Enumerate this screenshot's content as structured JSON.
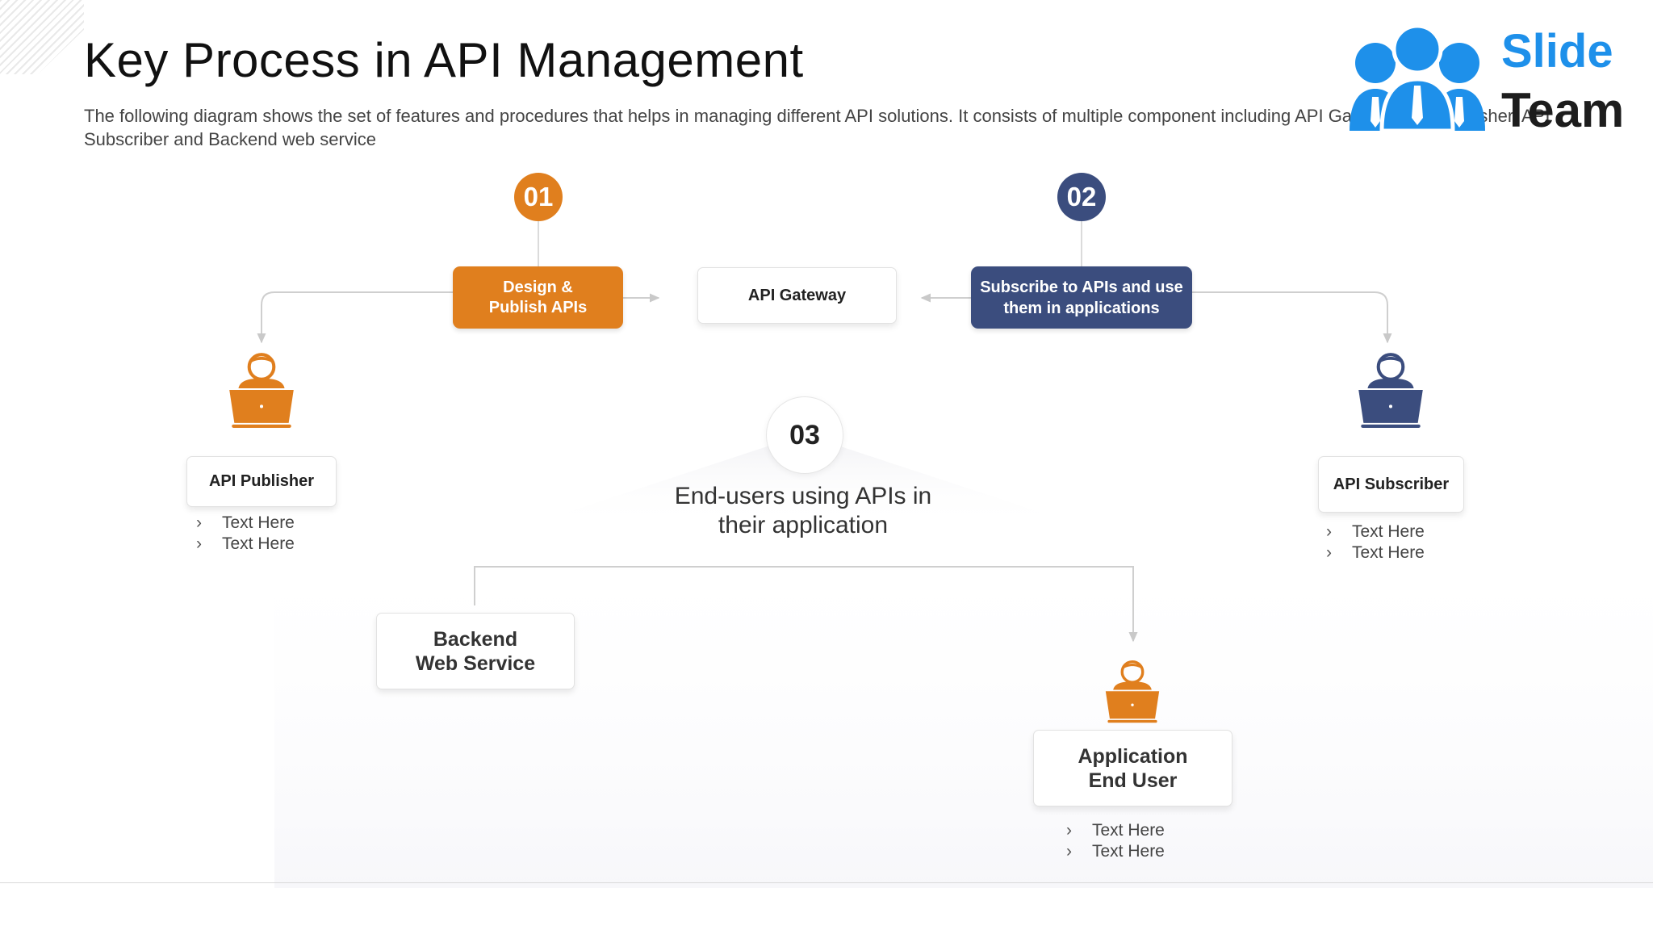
{
  "title": "Key Process in API Management",
  "subtitle": "The following  diagram shows the set of features and procedures that helps in managing different API solutions. It consists of multiple component including API Gateway, API Publisher, API Subscriber and Backend web service",
  "logo": {
    "word1": "Slide",
    "word2": "Team",
    "color": "#1e90ea"
  },
  "colors": {
    "orange": "#e07f1e",
    "navy": "#3b4d7e"
  },
  "steps": {
    "step1": {
      "number": "01",
      "label": "Design &\nPublish APIs"
    },
    "step2": {
      "number": "02",
      "label": "Subscribe to APIs and use\nthem in applications"
    },
    "step3": {
      "number": "03",
      "label": "End-users using APIs in\ntheir application"
    }
  },
  "gateway": {
    "label": "API Gateway"
  },
  "publisher": {
    "label": "API Publisher",
    "bullets": [
      "Text Here",
      "Text Here"
    ]
  },
  "subscriber": {
    "label": "API Subscriber",
    "bullets": [
      "Text Here",
      "Text Here"
    ]
  },
  "backend": {
    "label": "Backend\nWeb Service"
  },
  "end_user": {
    "label": "Application\nEnd User",
    "bullets": [
      "Text Here",
      "Text Here"
    ]
  },
  "bullet_glyph": "›",
  "icons": [
    "user-laptop-icon",
    "arrow-icon"
  ]
}
